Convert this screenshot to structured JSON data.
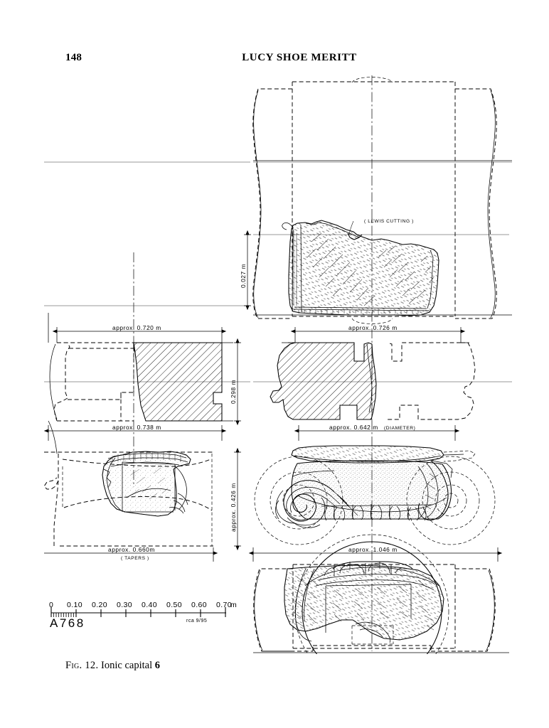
{
  "page": {
    "number": "148",
    "running_head": "LUCY SHOE MERITT"
  },
  "caption": {
    "fig_label": "Fig. 12.",
    "text": "Ionic capital",
    "number": "6"
  },
  "scale_bar": {
    "ticks": [
      "0",
      "0.10",
      "0.20",
      "0.30",
      "0.40",
      "0.50",
      "0.60",
      "0.70"
    ],
    "unit": "m",
    "catalog_number": "A768",
    "draftsman_credit": "rca 9/95"
  },
  "annotations": {
    "lewis_cutting": "( LEWIS CUTTING )",
    "tapers": "( TAPERS )",
    "diameter": "(DIAMETER)"
  },
  "dimensions": {
    "top_view_height": "0.027 m",
    "side_section_width_top": "approx. 0.720 m",
    "side_section_width_bottom": "approx. 0.738 m",
    "front_section_width_top": "approx. 0.726 m",
    "front_section_width_bottom": "approx. 0.642 m",
    "section_height": "0.298 m",
    "capital_height": "approx. 0.426 m",
    "side_view_width": "approx. 0.660m",
    "front_view_width": "approx. 1.046 m"
  },
  "views": {
    "top": "top-view-abacus",
    "side_section": "side-section-hatched",
    "front_section": "front-section-hatched",
    "side_elevation": "side-elevation-bolster",
    "front_elevation": "front-elevation-volutes",
    "bottom": "bottom-view-soffit"
  },
  "colors": {
    "ink": "#000000",
    "paper": "#ffffff",
    "stipple": "#555555"
  }
}
